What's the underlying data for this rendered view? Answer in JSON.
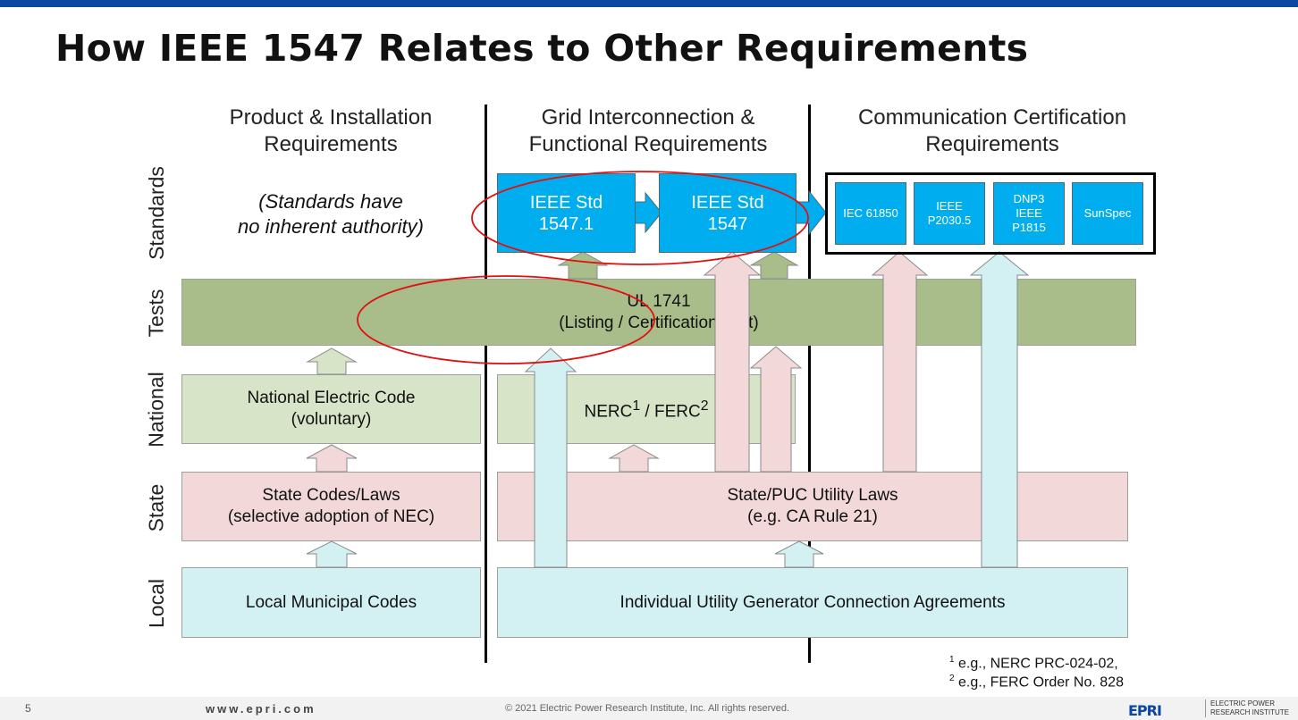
{
  "title": "How IEEE 1547 Relates to Other Requirements",
  "columns": {
    "product": {
      "line1": "Product & Installation",
      "line2": "Requirements"
    },
    "grid": {
      "line1": "Grid Interconnection &",
      "line2": "Functional Requirements"
    },
    "comm": {
      "line1": "Communication Certification",
      "line2": "Requirements"
    }
  },
  "rows": {
    "standards": "Standards",
    "tests": "Tests",
    "national": "National",
    "state": "State",
    "local": "Local"
  },
  "standards_note": {
    "line1": "(Standards have",
    "line2": "no inherent authority)"
  },
  "standards": {
    "ieee_1547_1": {
      "line1": "IEEE Std",
      "line2": "1547.1"
    },
    "ieee_1547": {
      "line1": "IEEE Std",
      "line2": "1547"
    },
    "iec_61850": "IEC 61850",
    "ieee_p2030_5": {
      "line1": "IEEE",
      "line2": "P2030.5"
    },
    "dnp3": {
      "line1": "DNP3",
      "line2": "IEEE",
      "line3": "P1815"
    },
    "sunspec": "SunSpec"
  },
  "tests": {
    "line1": "UL 1741",
    "line2": "(Listing / Certification Test)"
  },
  "national": {
    "nec": {
      "line1": "National Electric Code",
      "line2": "(voluntary)"
    },
    "nerc_ferc": {
      "nerc": "NERC",
      "sup1": "1",
      "sep": " / FERC",
      "sup2": "2"
    }
  },
  "state": {
    "codes": {
      "line1": "State Codes/Laws",
      "line2": "(selective adoption of NEC)"
    },
    "puc": {
      "line1": "State/PUC Utility Laws",
      "line2": "(e.g. CA Rule 21)"
    }
  },
  "local": {
    "municipal": "Local Municipal Codes",
    "utility": "Individual Utility Generator Connection Agreements"
  },
  "footnotes": {
    "fn1": {
      "mark": "1",
      "text": " e.g., NERC PRC-024-02,"
    },
    "fn2": {
      "mark": "2",
      "text": " e.g., FERC Order No. 828"
    }
  },
  "footer": {
    "page_number": "5",
    "website": "www.epri.com",
    "copyright": "© 2021 Electric Power Research Institute, Inc. All rights reserved.",
    "logo_mark": "EPRI",
    "logo_line1": "ELECTRIC POWER",
    "logo_line2": "RESEARCH INSTITUTE"
  },
  "colors": {
    "standard_blue": "#00aeef",
    "tests_green": "#a9bd8b",
    "national_green": "#d8e4c7",
    "state_pink": "#f2d8d8",
    "local_cyan": "#d3f1f3",
    "highlight_red": "#e01010"
  }
}
